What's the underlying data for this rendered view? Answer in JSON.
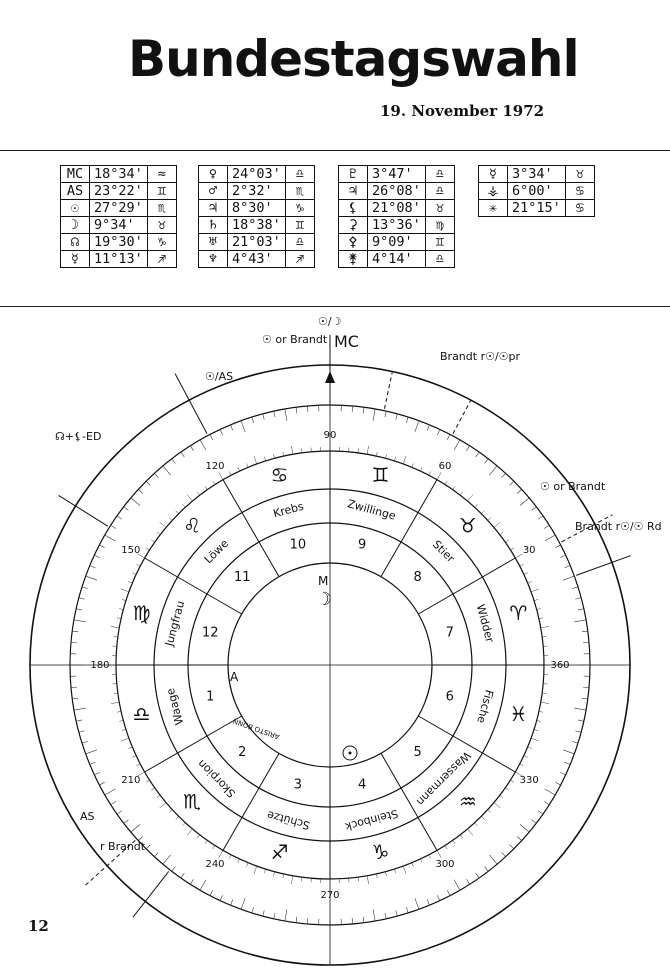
{
  "title": "Bundestagswahl",
  "date": "19. November 1972",
  "page_number": "12",
  "positions_tables": [
    {
      "rows": [
        {
          "symbol": "MC",
          "value": "18°34'",
          "sign": "≈"
        },
        {
          "symbol": "AS",
          "value": "23°22'",
          "sign": "♊"
        },
        {
          "symbol": "☉",
          "value": "27°29'",
          "sign": "♏"
        },
        {
          "symbol": "☽",
          "value": "9°34'",
          "sign": "♉"
        },
        {
          "symbol": "☊",
          "value": "19°30'",
          "sign": "♑"
        },
        {
          "symbol": "☿",
          "value": "11°13'",
          "sign": "♐"
        }
      ]
    },
    {
      "rows": [
        {
          "symbol": "♀",
          "value": "24°03'",
          "sign": "♎"
        },
        {
          "symbol": "♂",
          "value": "2°32'",
          "sign": "♏"
        },
        {
          "symbol": "♃",
          "value": "8°30'",
          "sign": "♑"
        },
        {
          "symbol": "♄",
          "value": "18°38'",
          "sign": "♊"
        },
        {
          "symbol": "♅",
          "value": "21°03'",
          "sign": "♎"
        },
        {
          "symbol": "♆",
          "value": "4°43'",
          "sign": "♐"
        }
      ]
    },
    {
      "rows": [
        {
          "symbol": "♇",
          "value": "3°47'",
          "sign": "♎"
        },
        {
          "symbol": "♃",
          "value": "26°08'",
          "sign": "♎"
        },
        {
          "symbol": "⚸",
          "value": "21°08'",
          "sign": "♉"
        },
        {
          "symbol": "⚳",
          "value": "13°36'",
          "sign": "♍"
        },
        {
          "symbol": "⚴",
          "value": "9°09'",
          "sign": "♊"
        },
        {
          "symbol": "⚵",
          "value": "4°14'",
          "sign": "♎"
        }
      ]
    },
    {
      "rows": [
        {
          "symbol": "☿",
          "value": "3°34'",
          "sign": "♉"
        },
        {
          "symbol": "⚶",
          "value": "6°00'",
          "sign": "♋"
        },
        {
          "symbol": "✳",
          "value": "21°15'",
          "sign": "♋"
        }
      ]
    }
  ],
  "wheel": {
    "signs": [
      "Krebs",
      "Zwillinge",
      "Stier",
      "Widder",
      "Fische",
      "Wassermann",
      "Steinbock",
      "Schütze",
      "Skorpion",
      "Waage",
      "Jungfrau",
      "Löwe"
    ],
    "houses": [
      "10",
      "9",
      "8",
      "7",
      "6",
      "5",
      "4",
      "3",
      "2",
      "1",
      "12",
      "11"
    ],
    "zodiac_glyphs": [
      "♋",
      "♊",
      "♉",
      "♈",
      "♓",
      "♒",
      "♑",
      "♐",
      "♏",
      "♎",
      "♍",
      "♌"
    ],
    "degree_labels": [
      "90",
      "60",
      "30",
      "360",
      "330",
      "300",
      "270",
      "240",
      "210",
      "180",
      "150",
      "120"
    ],
    "mc_label": "MC",
    "m_label": "M",
    "a_label": "A",
    "maker": "ARISTO BONN",
    "outer_notes": [
      "☉/AS",
      "☉ or Brandt",
      "☉/☽",
      "Brandt r☉/☉pr",
      "☊+⚸-ED",
      "☉ or Brandt",
      "Brandt r☉/☉ Rd",
      "AS",
      "r Brandt"
    ]
  }
}
